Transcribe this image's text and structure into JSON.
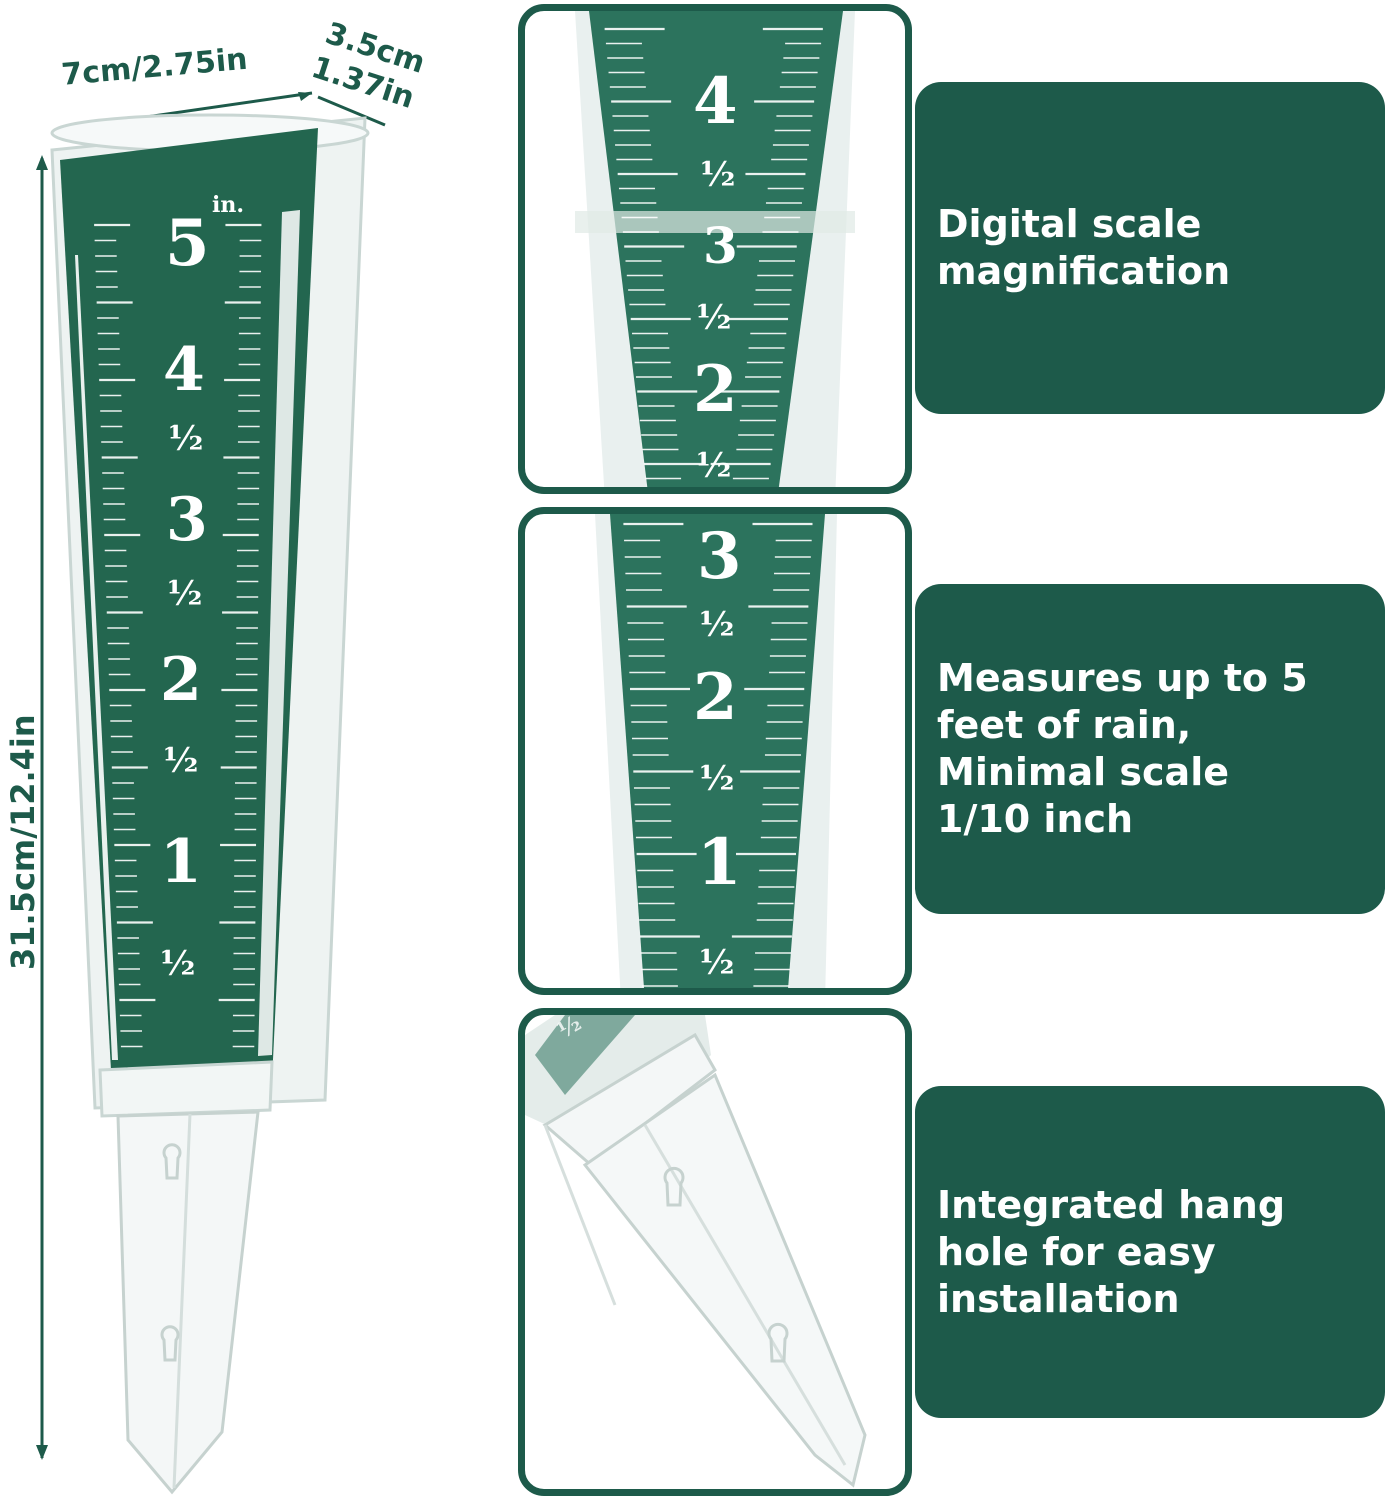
{
  "dimensions": {
    "width_top": "7cm/2.75in",
    "depth_line1": "3.5cm",
    "depth_line2": "1.37in",
    "height": "31.5cm/12.4in"
  },
  "gauge_scale": {
    "unit": "in.",
    "major": [
      "5",
      "4",
      "3",
      "2",
      "1"
    ],
    "half": "½"
  },
  "panels": [
    {
      "labels": [
        "4",
        "½",
        "3",
        "½",
        "2",
        "½"
      ]
    },
    {
      "labels": [
        "3",
        "½",
        "2",
        "½",
        "1",
        "½"
      ]
    },
    {
      "labels": [
        "½"
      ]
    }
  ],
  "callouts": [
    {
      "text": "Digital scale\nmagnification"
    },
    {
      "text": "Measures up to 5\nfeet of rain,\nMinimal scale\n1/10 inch"
    },
    {
      "text": "Integrated hang\nhole for easy\ninstallation"
    }
  ],
  "colors": {
    "brand_green": "#1d5a4a",
    "scale_green": "#23664f",
    "background": "#ffffff"
  }
}
